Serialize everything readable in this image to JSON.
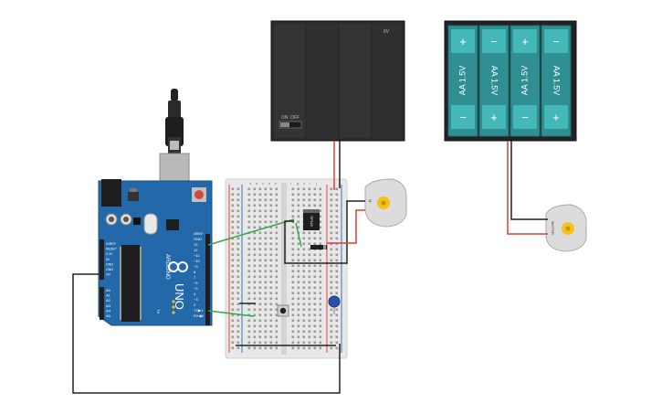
{
  "colors": {
    "board": "#2368a9",
    "board_dark": "#1a4f82",
    "chip": "#2b2b2b",
    "breadboard": "#e9e9e9",
    "rail_red": "#e0463f",
    "rail_blue": "#3a70c4",
    "wire_green": "#36a841",
    "wire_red": "#e03c31",
    "wire_black": "#222222",
    "battery_dark": "#2b2b2b",
    "battery_teal": "#2f8f93",
    "battery_plus": "#44b7b8",
    "motor_body": "#dcdcdc",
    "motor_hub": "#f3c317"
  },
  "arduino": {
    "model_label": "UNO",
    "brand_label": "ARDUINO",
    "aref_label": "AREF",
    "gnd_label": "GND",
    "digital_labels": [
      "13",
      "12",
      "~11",
      "~10",
      "~9",
      "8",
      "7",
      "~6",
      "~5",
      "4",
      "~3",
      "2",
      "TX▶1",
      "RX◀0"
    ],
    "power_labels": [
      "IOREF",
      "RESET",
      "3.3V",
      "5V",
      "GND",
      "GND",
      "Vin"
    ],
    "analog_labels": [
      "A0",
      "A1",
      "A2",
      "A3",
      "A4",
      "A5"
    ],
    "tx_rx_labels": [
      "TX",
      "RX"
    ]
  },
  "battery_pack_box": {
    "switch_labels": [
      "ON",
      "OFF"
    ],
    "voltage_label": "6V"
  },
  "battery_pack_aa": {
    "cells": [
      {
        "label": "AA 1.5V",
        "top_sign": "+",
        "bottom_sign": "−"
      },
      {
        "label": "AA 1.5V",
        "top_sign": "−",
        "bottom_sign": "+"
      },
      {
        "label": "AA 1.5V",
        "top_sign": "+",
        "bottom_sign": "−"
      },
      {
        "label": "AA 1.5V",
        "top_sign": "−",
        "bottom_sign": "+"
      }
    ]
  },
  "breadboard": {
    "column_letters": [
      "a",
      "b",
      "c",
      "d",
      "e",
      "f",
      "g",
      "h",
      "i",
      "j"
    ]
  },
  "motor_1": {
    "label": "M"
  },
  "motor_2": {
    "label": "MOTOR"
  },
  "transistor": {
    "label": "TIP120"
  }
}
